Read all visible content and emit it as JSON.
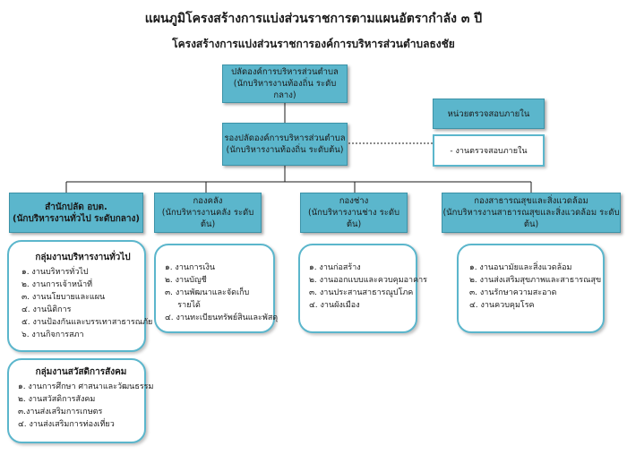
{
  "title": "แผนภูมิโครงสร้างการแบ่งส่วนราชการตามแผนอัตรากำลัง ๓ ปี",
  "subtitle": "โครงสร้างการแบ่งส่วนราชการองค์การบริหารส่วนตำบลธงชัย",
  "top": {
    "line1": "ปลัดองค์การบริหารส่วนตำบล",
    "line2": "(นักบริหารงานท้องถิ่น ระดับกลาง)"
  },
  "deputy": {
    "line1": "รองปลัดองค์การบริหารส่วนตำบล",
    "line2": "(นักบริหารงานท้องถิ่น ระดับต้น)"
  },
  "audit": {
    "title": "หน่วยตรวจสอบภายใน",
    "item": "- งานตรวจสอบภายใน"
  },
  "departments": [
    {
      "line1": "สำนักปลัด อบต.",
      "line2": "(นักบริหารงานทั่วไป ระดับกลาง)",
      "groups": [
        {
          "title": "กลุ่มงานบริหารงานทั่วไป",
          "items": [
            "๑. งานบริหารทั่วไป",
            "๒. งานการเจ้าหน้าที่",
            "๓. งานนโยบายและแผน",
            "๔. งานนิติการ",
            "๕. งานป้องกันและบรรเทาสาธารณภัย",
            "๖. งานกิจการสภา"
          ]
        },
        {
          "title": "กลุ่มงานสวัสดิการสังคม",
          "items": [
            "๑. งานการศึกษา ศาสนาและวัฒนธรรม",
            "๒. งานสวัสดิการสังคม",
            "๓.งานส่งเสริมการเกษตร",
            "๔. งานส่งเสริมการท่องเที่ยว"
          ]
        }
      ]
    },
    {
      "line1": "กองคลัง",
      "line2": "(นักบริหารงานคลัง ระดับต้น)",
      "items": [
        "๑. งานการเงิน",
        "๒. งานบัญชี",
        "๓. งานพัฒนาและจัดเก็บ",
        "     รายได้",
        "๔. งานทะเบียนทรัพย์สินและพัสดุ"
      ]
    },
    {
      "line1": "กองช่าง",
      "line2": "(นักบริหารงานช่าง ระดับต้น)",
      "items": [
        "๑. งานก่อสร้าง",
        "๒. งานออกแบบและควบคุมอาคาร",
        "๓. งานประสานสาธารณูปโภค",
        "๔. งานผังเมือง"
      ]
    },
    {
      "line1": "กองสาธารณสุขและสิ่งแวดล้อม",
      "line2": "(นักบริหารงานสาธารณสุขและสิ่งแวดล้อม ระดับต้น)",
      "items": [
        "๑. งานอนามัยและสิ่งแวดล้อม",
        "๒. งานส่งเสริมสุขภาพและสาธารณสุข",
        "๓. งานรักษาความสะอาด",
        "๔. งานควบคุมโรค"
      ]
    }
  ],
  "colors": {
    "box": "#5bb6cc",
    "border": "#3c93a8"
  }
}
